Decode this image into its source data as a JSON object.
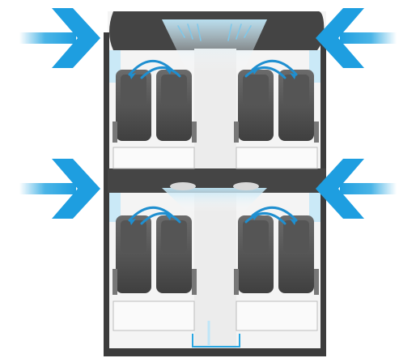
{
  "diagram": {
    "subject": "airflow-in-vehicle-cabin",
    "sections": [
      {
        "id": "front-section",
        "seat_rows": 1,
        "seats_per_side": 2,
        "inflow_arrows": [
          "left",
          "right"
        ]
      },
      {
        "id": "rear-section",
        "seat_rows": 1,
        "seats_per_side": 2,
        "inflow_arrows": [
          "left",
          "right"
        ]
      }
    ],
    "colors": {
      "arrow_blue": "#2aa7e2",
      "arrow_blue_light": "#bfe6f7",
      "seat_dark": "#4a4a4a",
      "seat_mid": "#6b6b6b",
      "wall": "#3c3c3c",
      "floor": "#e8e8e8",
      "airflow_curve": "#1f8fd0"
    },
    "icons": [
      "inflow-arrow-icon",
      "airflow-curve-icon",
      "seat-icon",
      "vent-icon",
      "door-icon"
    ]
  }
}
